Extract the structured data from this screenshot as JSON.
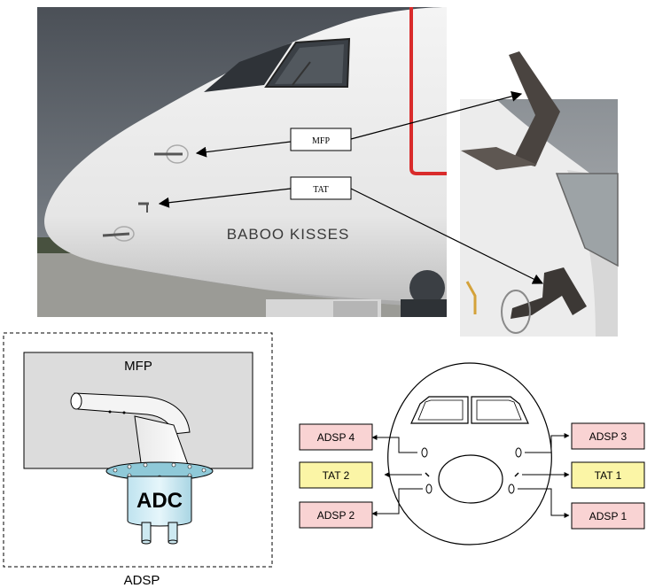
{
  "photo": {
    "livery_text": "BABOO KISSES",
    "callout_mfp": "MFP",
    "callout_tat": "TAT"
  },
  "adsp_diagram": {
    "panel_label": "MFP",
    "unit_label": "ADC",
    "caption": "ADSP"
  },
  "nose_schematic": {
    "labels": {
      "adsp4": "ADSP 4",
      "adsp3": "ADSP 3",
      "tat2": "TAT 2",
      "tat1": "TAT 1",
      "adsp2": "ADSP 2",
      "adsp1": "ADSP 1"
    },
    "colors": {
      "adsp_fill": "#f9d3d3",
      "tat_fill": "#fbf5a6"
    }
  }
}
